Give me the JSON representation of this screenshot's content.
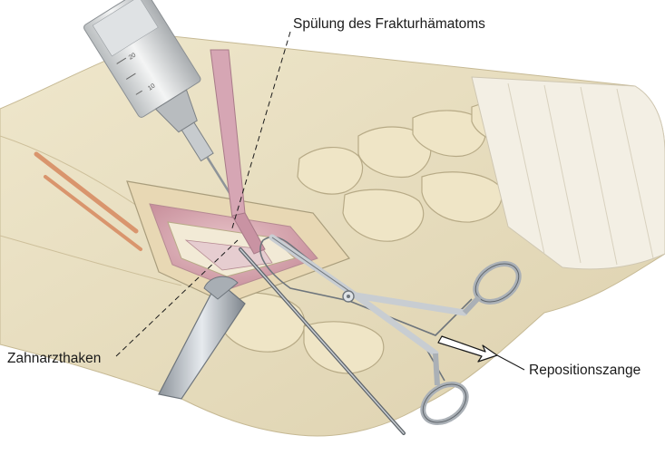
{
  "labels": {
    "top": "Spülung des Frakturhämatoms",
    "left": "Zahnarzthaken",
    "right": "Repositionszange"
  },
  "syringe_scale": {
    "upper": "20",
    "lower": "10"
  },
  "colors": {
    "skin": "#e9dfc0",
    "bone": "#efe5c6",
    "bone_outline": "#b7aa86",
    "wound": "#d9a9b2",
    "instrument": "#c8cdd2",
    "instrument_dark": "#6e757c",
    "label_text": "#1a1a1a"
  }
}
